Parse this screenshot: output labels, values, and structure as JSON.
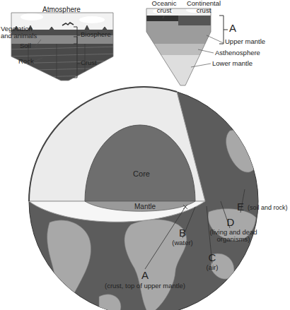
{
  "diagram": {
    "labels": [
      "Atmosphere",
      "Oceanic crust",
      "Continental crust",
      "Vegetation and animals",
      "Biosphere",
      "A",
      "Soil",
      "Upper mantle",
      "Rock",
      "Crust",
      "Asthenosphere",
      "Lower mantle",
      "Core",
      "Mantle",
      "E",
      "(soil and rock)",
      "B",
      "(water)",
      "D",
      "(living and dead organisms)",
      "A",
      "(crust, top of upper mantle)",
      "C",
      "(air)"
    ]
  }
}
